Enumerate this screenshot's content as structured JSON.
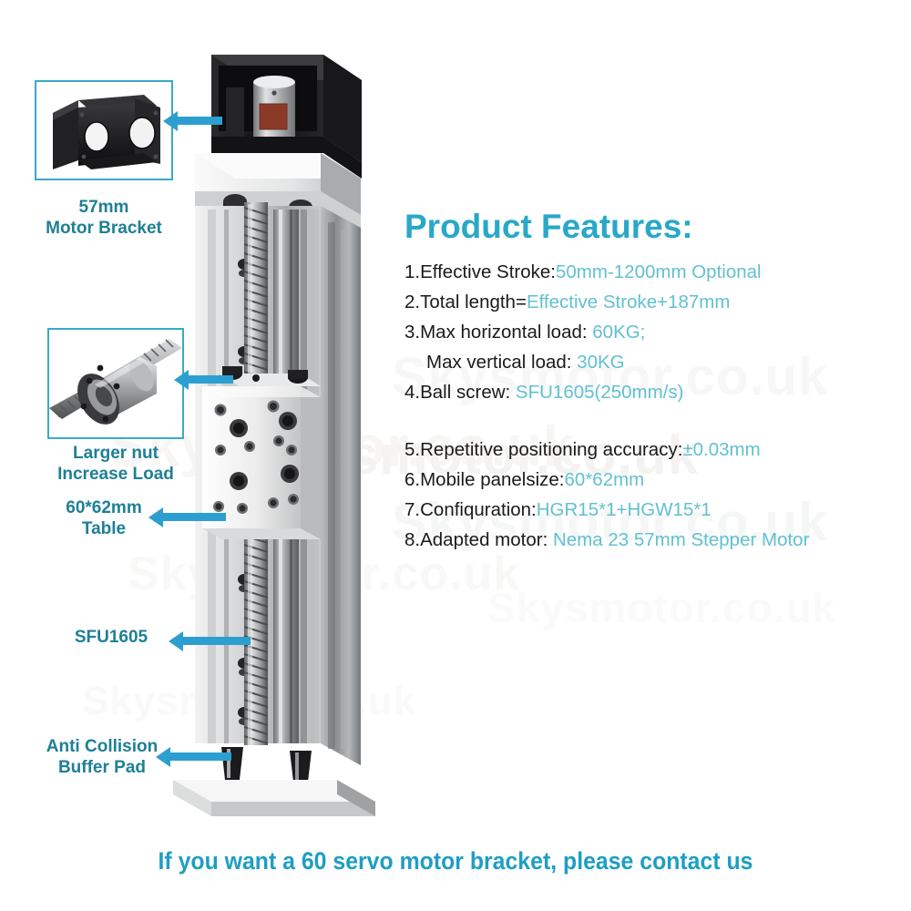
{
  "watermark": {
    "text": "Skysmotor.co.uk"
  },
  "features": {
    "title": "Product Features:",
    "items": [
      {
        "num": "1.",
        "label": "Effective Stroke:",
        "value": "50mm-1200mm Optional"
      },
      {
        "num": "2.",
        "label": "Total length=",
        "value": "Effective Stroke+187mm"
      },
      {
        "num": "3.",
        "label": "Max horizontal load: ",
        "value": "60KG;"
      },
      {
        "num": "",
        "label": "Max vertical load: ",
        "value": "30KG",
        "indent": true
      },
      {
        "num": "4.",
        "label": "Ball screw: ",
        "value": "SFU1605(250mm/s)"
      },
      {
        "num": "5.",
        "label": "Repetitive positioning accuracy:",
        "value": "±0.03mm",
        "gap": true
      },
      {
        "num": "6.",
        "label": "Mobile panelsize:",
        "value": "60*62mm"
      },
      {
        "num": "7.",
        "label": "Confiquration:",
        "value": "HGR15*1+HGW15*1"
      },
      {
        "num": "8.",
        "label": "Adapted motor: ",
        "value": "Nema 23 57mm Stepper Motor"
      }
    ]
  },
  "callouts": {
    "motor_bracket": {
      "line1": "57mm",
      "line2": "Motor Bracket"
    },
    "larger_nut": {
      "line1": "Larger nut",
      "line2": "Increase Load"
    },
    "table": {
      "line1": "60*62mm",
      "line2": "Table"
    },
    "ball_screw": {
      "line1": "SFU1605"
    },
    "buffer_pad": {
      "line1": "Anti Collision",
      "line2": "Buffer Pad"
    }
  },
  "banner": {
    "text": "If you want a 60 servo motor bracket, please contact us"
  },
  "colors": {
    "title": "#29a8c8",
    "value": "#62c0d2",
    "callout": "#1e7f96",
    "arrow": "#2c9fd0",
    "banner": "#1e9ec4",
    "inset_border": "#3aa9c9"
  }
}
